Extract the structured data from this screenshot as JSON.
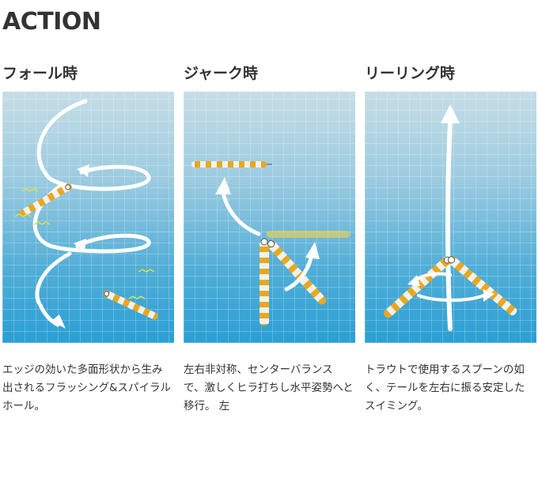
{
  "page": {
    "title": "ACTION"
  },
  "columns": [
    {
      "heading": "フォール時",
      "description": "エッジの効いた多面形状から生み出されるフラッシング&スパイラルホール。"
    },
    {
      "heading": "ジャーク時",
      "description": "左右非対称、センターバランスで、激しくヒラ打ちし水平姿勢へと移行。 左"
    },
    {
      "heading": "リーリング時",
      "description": "トラウトで使用するスプーンの如く、テールを左右に振る安定したスイミング。"
    }
  ],
  "colors": {
    "panel_top": "#c6dde6",
    "panel_bottom": "#2a9fd4",
    "lure_gold": "#e7a821",
    "lure_white": "#f4f1ea",
    "arrow": "#ffffff",
    "vibration": "#d9e24a"
  },
  "icons": {
    "arrows": "white-curved-arrow",
    "lure": "metal-jig-lure"
  }
}
